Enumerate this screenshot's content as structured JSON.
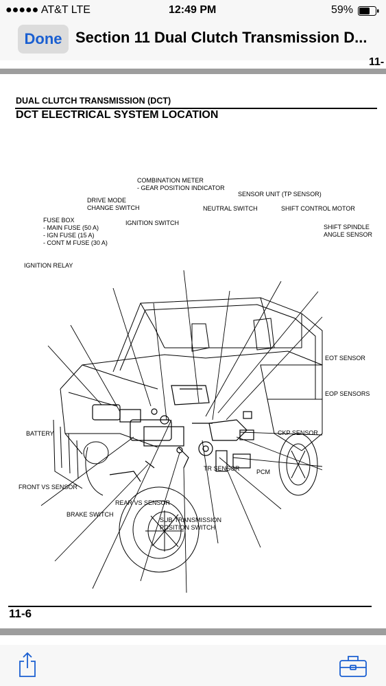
{
  "status": {
    "carrier": "●●●●● AT&T  LTE",
    "time": "12:49 PM",
    "battery": "59%"
  },
  "nav": {
    "done": "Done",
    "title": "Section 11 Dual Clutch Transmission D...",
    "page_peek": "11-"
  },
  "page": {
    "header_small": "DUAL CLUTCH TRANSMISSION (DCT)",
    "header_large": "DCT ELECTRICAL SYSTEM LOCATION",
    "page_number": "11-6"
  },
  "labels": {
    "combination_meter": "COMBINATION METER",
    "gear_position": "- GEAR POSITION INDICATOR",
    "drive_mode": "DRIVE MODE",
    "change_switch": "CHANGE SWITCH",
    "sensor_unit": "SENSOR UNIT (TP SENSOR)",
    "neutral_switch": "NEUTRAL SWITCH",
    "shift_control_motor": "SHIFT CONTROL MOTOR",
    "fuse_box": "FUSE BOX",
    "main_fuse": "- MAIN FUSE (50 A)",
    "ign_fuse": "- IGN FUSE (15 A)",
    "cont_m_fuse": "- CONT M FUSE (30 A)",
    "ignition_switch": "IGNITION SWITCH",
    "shift_spindle": "SHIFT SPINDLE",
    "angle_sensor": "ANGLE SENSOR",
    "ignition_relay": "IGNITION RELAY",
    "eot_sensor": "EOT SENSOR",
    "eop_sensors": "EOP SENSORS",
    "battery": "BATTERY",
    "ckp_sensor": "CKP SENSOR",
    "tr_sensor": "TR SENSOR",
    "pcm": "PCM",
    "front_vs": "FRONT VS SENSOR",
    "rear_vs": "REAR VS SENSOR",
    "brake_switch": "BRAKE SWITCH",
    "sub_trans": "SUB-TRANSMISSION",
    "position_switch": "POSITION SWITCH"
  },
  "icons": {
    "share": "share-icon",
    "toolbox": "toolbox-icon"
  },
  "colors": {
    "accent": "#1a5fd1",
    "band": "#9d9d9d"
  }
}
